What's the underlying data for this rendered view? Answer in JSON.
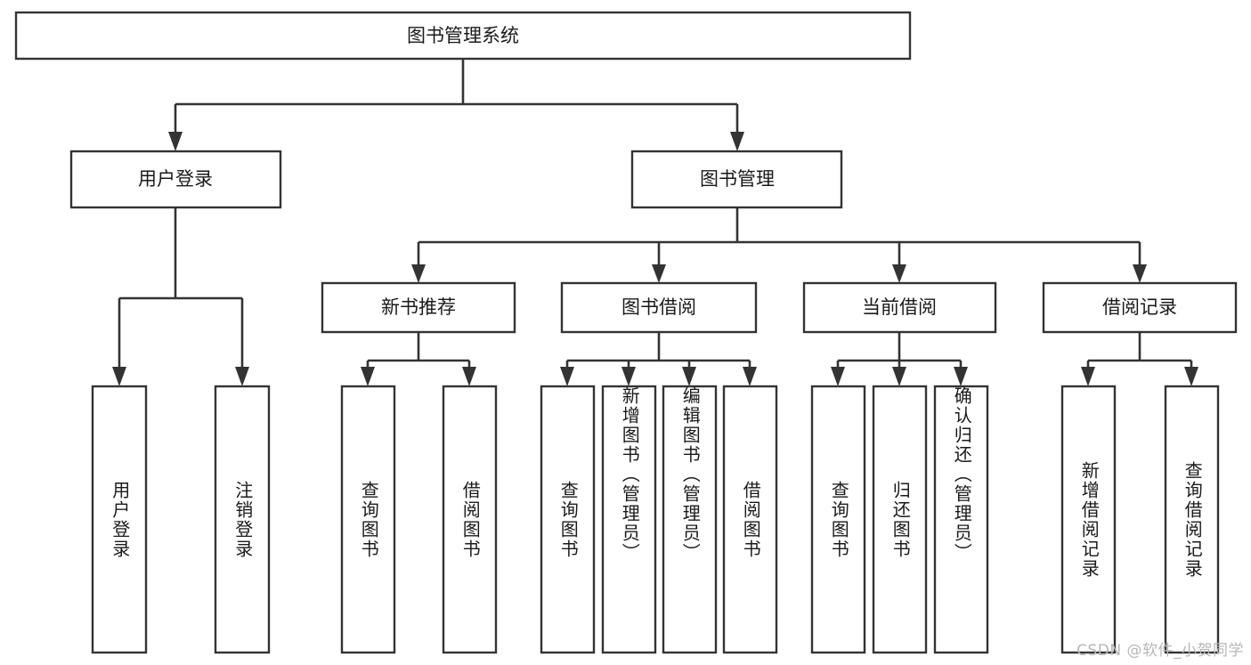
{
  "diagram": {
    "title": "图书管理系统",
    "type": "tree",
    "watermark": "CSDN @软件_小贺同学",
    "colors": {
      "box_stroke": "#333333",
      "box_fill": "#ffffff",
      "text": "#1a1a1a",
      "background": "#ffffff",
      "watermark": "#b7b7b7"
    },
    "root": {
      "id": "root",
      "label": "图书管理系统",
      "level": 0,
      "orientation": "horizontal"
    },
    "level2": [
      {
        "id": "user-login",
        "label": "用户登录",
        "orientation": "horizontal"
      },
      {
        "id": "book-manage",
        "label": "图书管理",
        "orientation": "horizontal"
      }
    ],
    "level3": [
      {
        "id": "new-book-recommend",
        "label": "新书推荐",
        "parent": "book-manage",
        "orientation": "horizontal"
      },
      {
        "id": "book-borrow",
        "label": "图书借阅",
        "parent": "book-manage",
        "orientation": "horizontal"
      },
      {
        "id": "current-borrow",
        "label": "当前借阅",
        "parent": "book-manage",
        "orientation": "horizontal"
      },
      {
        "id": "borrow-record",
        "label": "借阅记录",
        "parent": "book-manage",
        "orientation": "horizontal"
      }
    ],
    "leaves": [
      {
        "id": "leaf-user-login",
        "label": "用户登录",
        "parent": "user-login",
        "orientation": "vertical"
      },
      {
        "id": "leaf-user-logout",
        "label": "注销登录",
        "parent": "user-login",
        "orientation": "vertical"
      },
      {
        "id": "leaf-query-book-1",
        "label": "查询图书",
        "parent": "new-book-recommend",
        "orientation": "vertical"
      },
      {
        "id": "leaf-borrow-book-1",
        "label": "借阅图书",
        "parent": "new-book-recommend",
        "orientation": "vertical"
      },
      {
        "id": "leaf-query-book-2",
        "label": "查询图书",
        "parent": "book-borrow",
        "orientation": "vertical"
      },
      {
        "id": "leaf-add-book",
        "label": "新增图书（管理员）",
        "parent": "book-borrow",
        "orientation": "vertical"
      },
      {
        "id": "leaf-edit-book",
        "label": "编辑图书（管理员）",
        "parent": "book-borrow",
        "orientation": "vertical"
      },
      {
        "id": "leaf-borrow-book-2",
        "label": "借阅图书",
        "parent": "book-borrow",
        "orientation": "vertical"
      },
      {
        "id": "leaf-query-book-3",
        "label": "查询图书",
        "parent": "current-borrow",
        "orientation": "vertical"
      },
      {
        "id": "leaf-return-book",
        "label": "归还图书",
        "parent": "current-borrow",
        "orientation": "vertical"
      },
      {
        "id": "leaf-confirm-return",
        "label": "确认归还（管理员）",
        "parent": "current-borrow",
        "orientation": "vertical"
      },
      {
        "id": "leaf-add-record",
        "label": "新增借阅记录",
        "parent": "borrow-record",
        "orientation": "vertical"
      },
      {
        "id": "leaf-query-record",
        "label": "查询借阅记录",
        "parent": "borrow-record",
        "orientation": "vertical"
      }
    ]
  }
}
